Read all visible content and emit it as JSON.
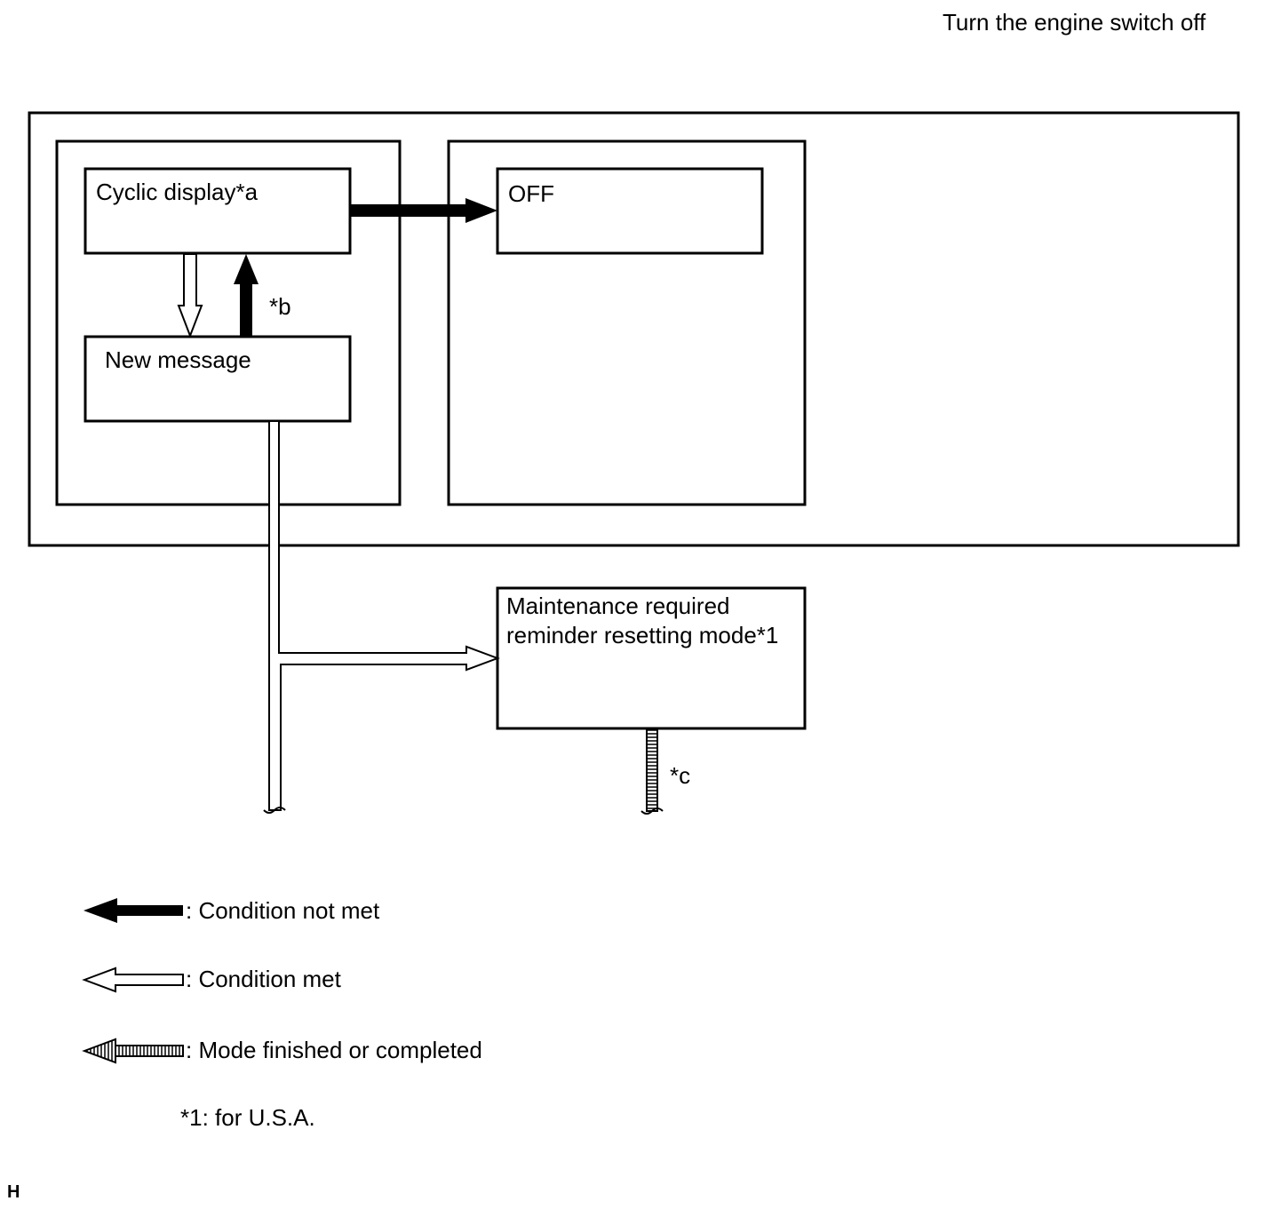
{
  "header": {
    "title": "Turn the engine switch off"
  },
  "diagram": {
    "boxes": {
      "cyclic_display": "Cyclic display*a",
      "off": "OFF",
      "new_message": "New message",
      "maintenance_line1": "Maintenance required",
      "maintenance_line2": "reminder resetting mode*1"
    },
    "notes": {
      "b": "*b",
      "c": "*c"
    }
  },
  "legend": {
    "condition_not_met": ": Condition not met",
    "condition_met": ": Condition met",
    "mode_finished": ": Mode finished or completed",
    "footnote": "*1: for U.S.A."
  },
  "corner_code": "H",
  "colors": {
    "ink": "#000000",
    "paper": "#ffffff"
  }
}
